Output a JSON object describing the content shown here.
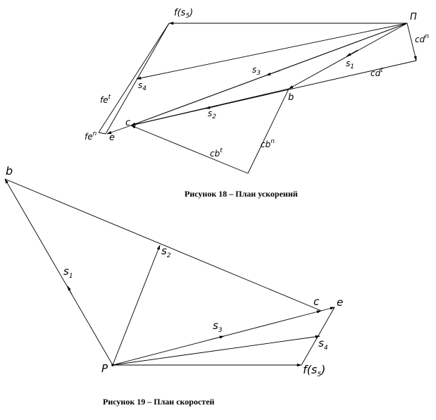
{
  "accel_plan": {
    "caption": "Рисунок 18 – План ускорений",
    "labels": {
      "fs5_base": "f",
      "fs5_paren_open": "(",
      "fs5_s": "s",
      "fs5_sub": "5",
      "fs5_paren_close": ")",
      "pole": "П",
      "cd_n": "cd",
      "cd_n_sup": "n",
      "cd_t": "cd",
      "cd_t_sup": "t",
      "s1": "s",
      "s1_sub": "1",
      "s2": "s",
      "s2_sub": "2",
      "s3": "s",
      "s3_sub": "3",
      "s4": "s",
      "s4_sub": "4",
      "b": "b",
      "c": "c",
      "e": "e",
      "fe_t": "fe",
      "fe_t_sup": "t",
      "fe_n": "fe",
      "fe_n_sup": "n",
      "cb_t": "cb",
      "cb_t_sup": "t",
      "cb_n": "cb",
      "cb_n_sup": "n"
    }
  },
  "velocity_plan": {
    "caption": "Рисунок 19 – План скоростей",
    "labels": {
      "b": "b",
      "s1": "s",
      "s1_sub": "1",
      "s2": "s",
      "s2_sub": "2",
      "s3": "s",
      "s3_sub": "3",
      "s4": "s",
      "s4_sub": "4",
      "c": "c",
      "e": "e",
      "pole": "P",
      "fs5_base": "f",
      "fs5_paren_open": "(",
      "fs5_s": "s",
      "fs5_sub": "5",
      "fs5_paren_close": ")"
    }
  },
  "colors": {
    "ink": "#000000",
    "background": "#ffffff"
  }
}
